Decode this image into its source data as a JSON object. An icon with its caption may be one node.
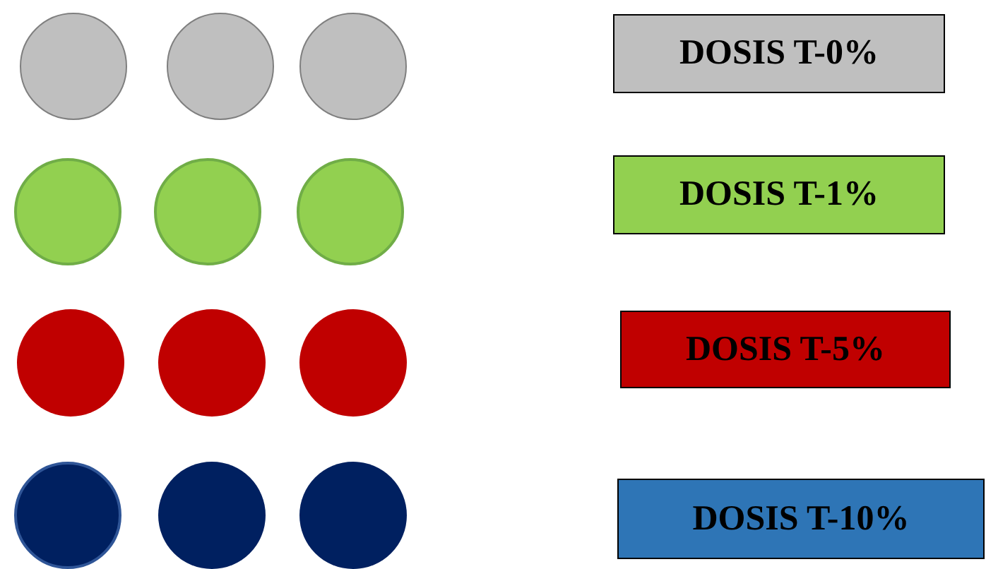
{
  "diagram": {
    "nodes": [
      {
        "text": [],
        "shape": "circle"
      },
      {
        "text": [],
        "shape": "circle"
      },
      {
        "text": [],
        "shape": "circle"
      },
      {
        "text": [
          "DOSIS T-0%"
        ]
      },
      {
        "text": [],
        "shape": "circle"
      },
      {
        "text": [],
        "shape": "circle"
      },
      {
        "text": [],
        "shape": "circle"
      },
      {
        "text": [
          "DOSIS T-1%"
        ]
      },
      {
        "text": [],
        "shape": "circle"
      },
      {
        "text": [],
        "shape": "circle"
      },
      {
        "text": [],
        "shape": "circle"
      },
      {
        "text": [
          "DOSIS T-5%"
        ]
      },
      {
        "text": [],
        "shape": "circle"
      },
      {
        "text": [],
        "shape": "circle"
      },
      {
        "text": [],
        "shape": "circle"
      },
      {
        "text": [
          "DOSIS T-10%"
        ]
      }
    ]
  }
}
